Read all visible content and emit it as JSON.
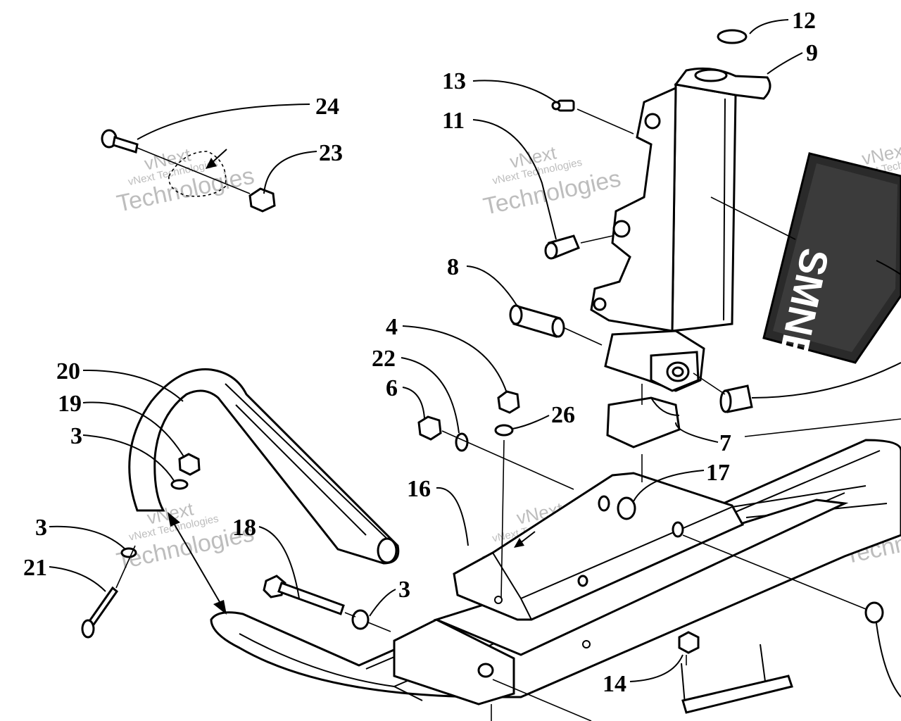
{
  "diagram": {
    "callouts": {
      "c12": "12",
      "c9": "9",
      "c13": "13",
      "c11": "11",
      "c24": "24",
      "c23": "23",
      "c8": "8",
      "c4": "4",
      "c22": "22",
      "c6": "6",
      "c26": "26",
      "c7": "7",
      "c17": "17",
      "c16": "16",
      "c20": "20",
      "c19": "19",
      "c3a": "3",
      "c3b": "3",
      "c3c": "3",
      "c21": "21",
      "c18": "18",
      "c14": "14"
    },
    "decal_text": "SMNE",
    "watermark": {
      "line1": "vNext Technologies",
      "line2": "vNext",
      "line3": "Technologies"
    }
  }
}
